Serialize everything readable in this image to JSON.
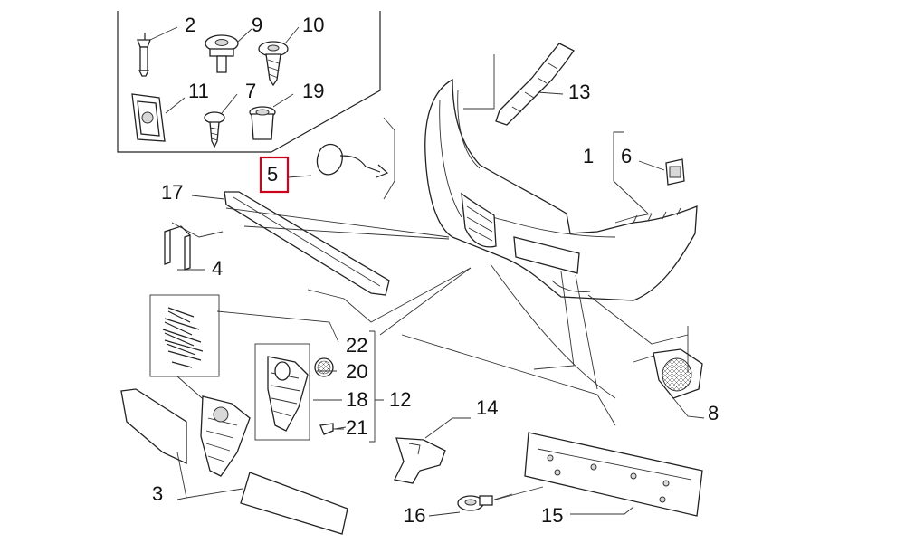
{
  "callouts": {
    "c1": "1",
    "c2": "2",
    "c3": "3",
    "c4": "4",
    "c5": "5",
    "c6": "6",
    "c7": "7",
    "c8": "8",
    "c9": "9",
    "c10": "10",
    "c11": "11",
    "c12": "12",
    "c13": "13",
    "c14": "14",
    "c15": "15",
    "c16": "16",
    "c17": "17",
    "c18": "18",
    "c19": "19",
    "c20": "20",
    "c21": "21",
    "c22": "22"
  },
  "highlight": {
    "part": "5",
    "color": "#d0021b"
  }
}
